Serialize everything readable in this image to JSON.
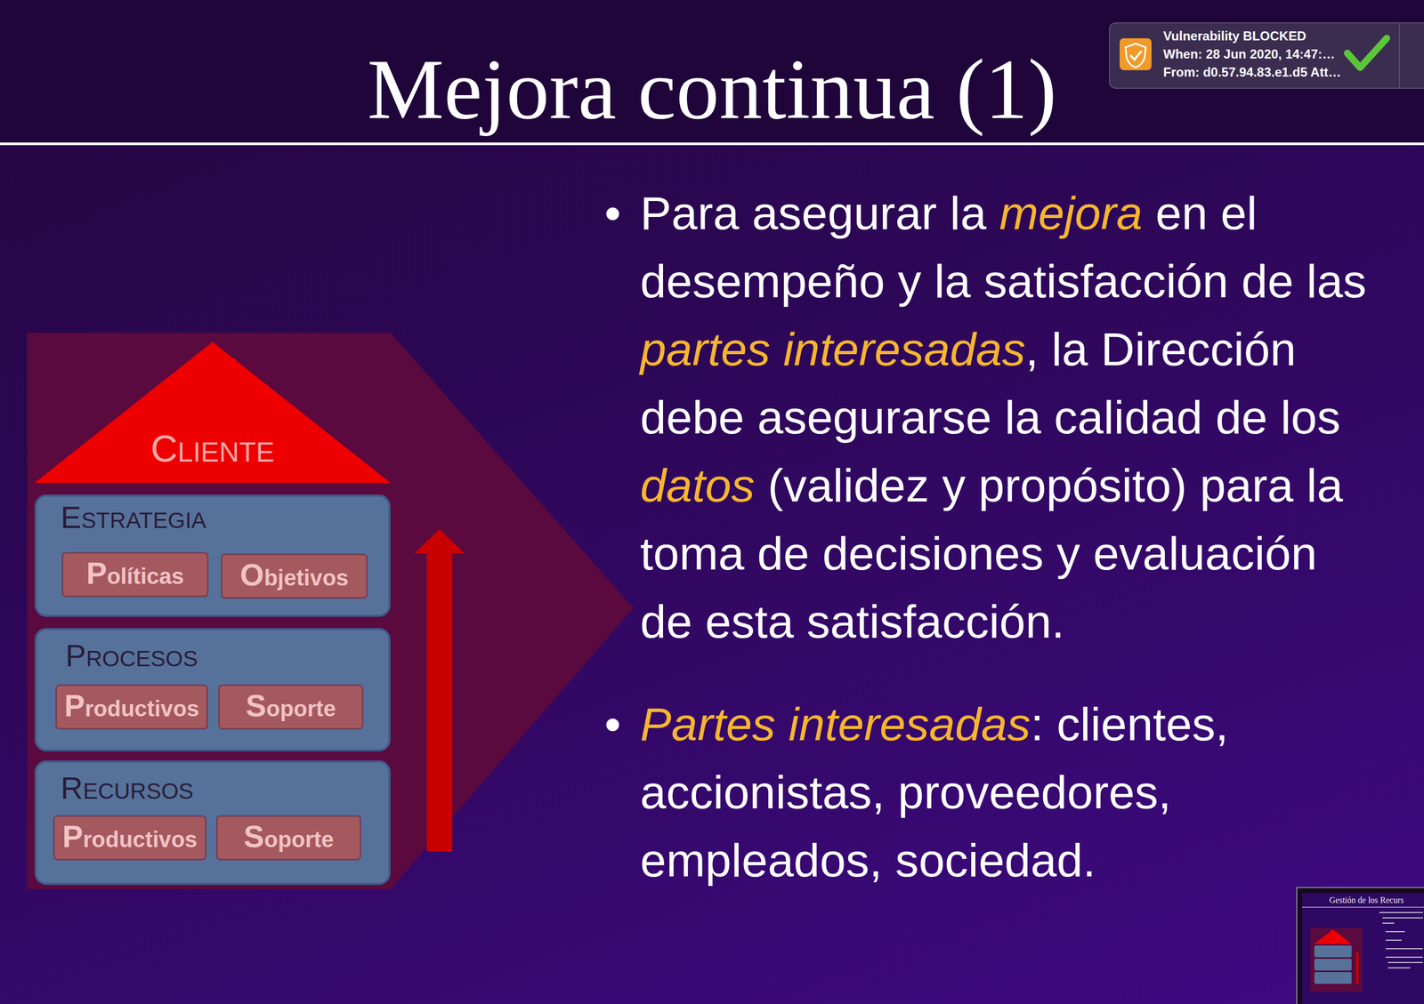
{
  "diagram": {
    "title": "Mejora continua (1)",
    "nodes": [
      {
        "text": [
          "CLIENTE"
        ]
      },
      {
        "text": [
          "ESTRATEGIA"
        ]
      },
      {
        "text": [
          "Políticas"
        ],
        "in": 1
      },
      {
        "text": [
          "Objetivos"
        ],
        "in": 1
      },
      {
        "text": [
          "PROCESOS"
        ]
      },
      {
        "text": [
          "Productivos"
        ],
        "in": 4
      },
      {
        "text": [
          "Soporte"
        ],
        "in": 4
      },
      {
        "text": [
          "RECURSOS"
        ]
      },
      {
        "text": [
          "Productivos"
        ],
        "in": 7
      },
      {
        "text": [
          "Soporte"
        ],
        "in": 7
      }
    ],
    "labels": [
      "•",
      "Para asegurar la",
      "mejora",
      "en el desempeño y la satisfacción de las",
      "partes interesadas",
      ", la Dirección debe asegurarse la calidad de los",
      "datos",
      "(validez y propósito) para la toma de decisiones y evaluación de esta satisfacción.",
      "•",
      "Partes interesadas",
      ": clientes, accionistas, proveedores, empleados, sociedad.",
      "Vulnerability BLOCKED",
      "When: 28 Jun 2020, 14:47:…",
      "From: d0.57.94.83.e1.d5 Att…",
      "Gestión de los Recurs"
    ]
  }
}
